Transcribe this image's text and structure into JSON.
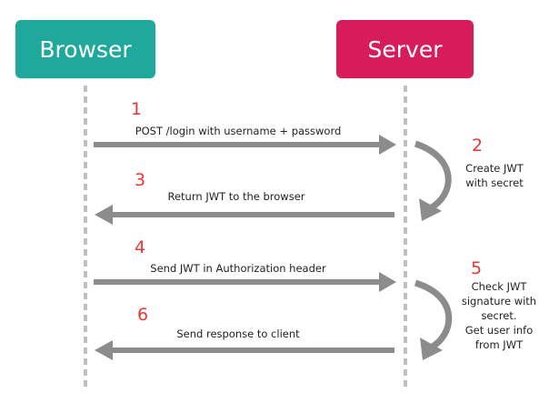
{
  "actors": {
    "browser": {
      "label": "Browser",
      "color": "#1ea99c"
    },
    "server": {
      "label": "Server",
      "color": "#d81b5b"
    }
  },
  "accent_number_color": "#e53935",
  "arrow_color": "#8c8c8c",
  "steps": [
    {
      "number": "1",
      "text": "POST /login with username + password",
      "direction": "browser-to-server"
    },
    {
      "number": "2",
      "text": "Create JWT\nwith secret",
      "direction": "server-self"
    },
    {
      "number": "3",
      "text": "Return JWT to the browser",
      "direction": "server-to-browser"
    },
    {
      "number": "4",
      "text": "Send JWT in Authorization header",
      "direction": "browser-to-server"
    },
    {
      "number": "5",
      "text": "Check JWT\nsignature with\nsecret.\nGet user info\nfrom JWT",
      "direction": "server-self"
    },
    {
      "number": "6",
      "text": "Send response to client",
      "direction": "server-to-browser"
    }
  ]
}
